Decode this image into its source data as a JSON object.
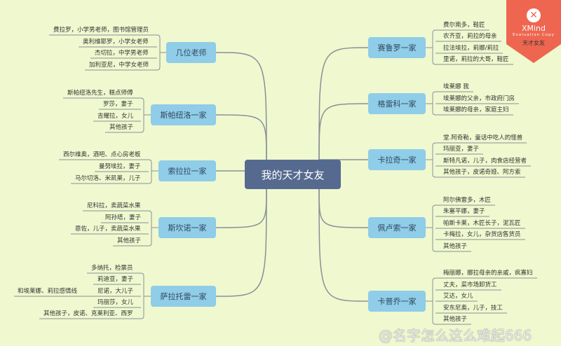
{
  "central": "我的天才女友",
  "branches": [
    {
      "label": "几位老师",
      "side": "left",
      "leaves": [
        "费拉罗，小学男老师，图书馆管理员",
        "奥利维耶罗，小学女老师",
        "杰切拉，中学男老师",
        "加利亚尼，中学女老师"
      ]
    },
    {
      "label": "斯帕纽洛一家",
      "side": "left",
      "leaves": [
        "斯帕纽洛先生，糕点师傅",
        "罗莎，妻子",
        "吉耀拉，女儿",
        "其他孩子"
      ]
    },
    {
      "label": "索拉拉一家",
      "side": "left",
      "leaves": [
        "西尔维奥，酒吧、点心房老板",
        "曼努埃拉，妻子",
        "马尔切洛、米凯莱，儿子"
      ]
    },
    {
      "label": "斯坎诺一家",
      "side": "left",
      "leaves": [
        "尼科拉，卖蔬菜水果",
        "阿孙塔，妻子",
        "恩佐，儿子，卖蔬菜水果",
        "其他孩子"
      ]
    },
    {
      "label": "萨拉托雷一家",
      "side": "left",
      "leaves": [
        "多纳托，检票员",
        "莉迪亚，妻子",
        "尼诺，大儿子",
        "玛丽莎，女儿",
        "其他孩子，皮诺、克莱利亚、西罗"
      ],
      "sub": "和埃莱娜、莉拉感情线"
    },
    {
      "label": "赛鲁罗一家",
      "side": "right",
      "leaves": [
        "费尔南多，鞋匠",
        "农齐亚，莉拉的母亲",
        "拉法埃拉，莉娜/莉拉",
        "里诺，莉拉的大哥，鞋匠"
      ]
    },
    {
      "label": "格雷科一家",
      "side": "right",
      "leaves": [
        "埃莱娜            我",
        "埃莱娜的父亲，市政府门房",
        "埃莱娜的母亲，家庭主妇"
      ]
    },
    {
      "label": "卡拉奇一家",
      "side": "right",
      "leaves": [
        "堂.阿奇勒，童话中吃人的怪兽",
        "玛丽亚，妻子",
        "斯特凡诺，儿子，肉食店经营者",
        "其他孩子，皮诺奇娅、阿方索"
      ]
    },
    {
      "label": "佩卢索一家",
      "side": "right",
      "leaves": [
        "阿尔佛雷多，木匠",
        "朱塞平娜，妻子",
        "帕斯卡莱，木匠长子，泥瓦匠",
        "卡梅拉，女儿，杂货店售货员",
        "其他孩子"
      ]
    },
    {
      "label": "卡普乔一家",
      "side": "right",
      "leaves": [
        "梅丽娜，娜拉母亲的亲戚，疯寡妇",
        "丈夫，菜市场卸货工",
        "艾达，女儿",
        "安东尼奥，儿子，技工",
        "其他孩子"
      ]
    }
  ],
  "badge": {
    "icon": "xmind-x-icon",
    "brand": "XMind",
    "note": "Evaluation Copy",
    "title": "天才女友"
  },
  "watermark": "@名字怎么这么难起666",
  "colors": {
    "background": "#eff8cf",
    "node": "#8fcde8",
    "central": "#566a8f",
    "badge": "#ee6650",
    "line": "#8a8f99"
  }
}
